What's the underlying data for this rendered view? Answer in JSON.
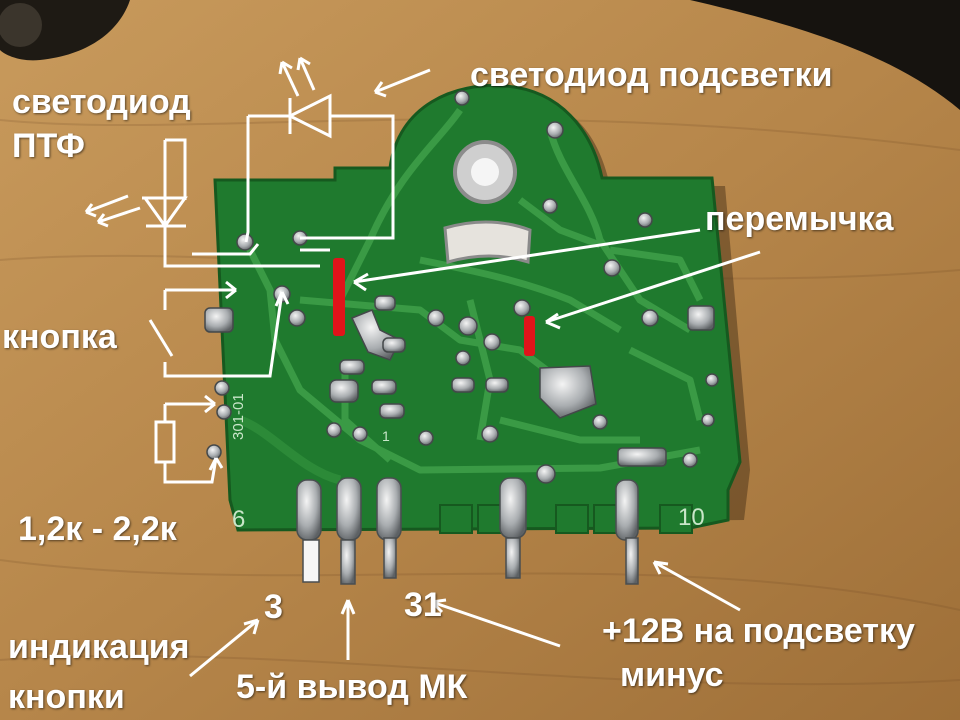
{
  "labels": {
    "led_ptf": "светодиод\nПТФ",
    "led_backlight": "светодиод подсветки",
    "jumper": "перемычка",
    "button": "кнопка",
    "resistor": "1,2к - 2,2к",
    "pin3": "3",
    "pin31": "31",
    "button_indication": "индикация\nкнопки",
    "mk_pin5": "5-й вывод МК",
    "plus12v": "+12В на подсветку",
    "minus": "минус"
  },
  "pcb_text": {
    "edge_left": "6",
    "edge_right": "10",
    "silk_code": "301-01",
    "silk_one": "1"
  },
  "colors": {
    "table": "#b98a4e",
    "board": "#1f7a2e",
    "trace": "#3a9a45",
    "jumper": "#e0141a",
    "annotation": "#ffffff"
  }
}
